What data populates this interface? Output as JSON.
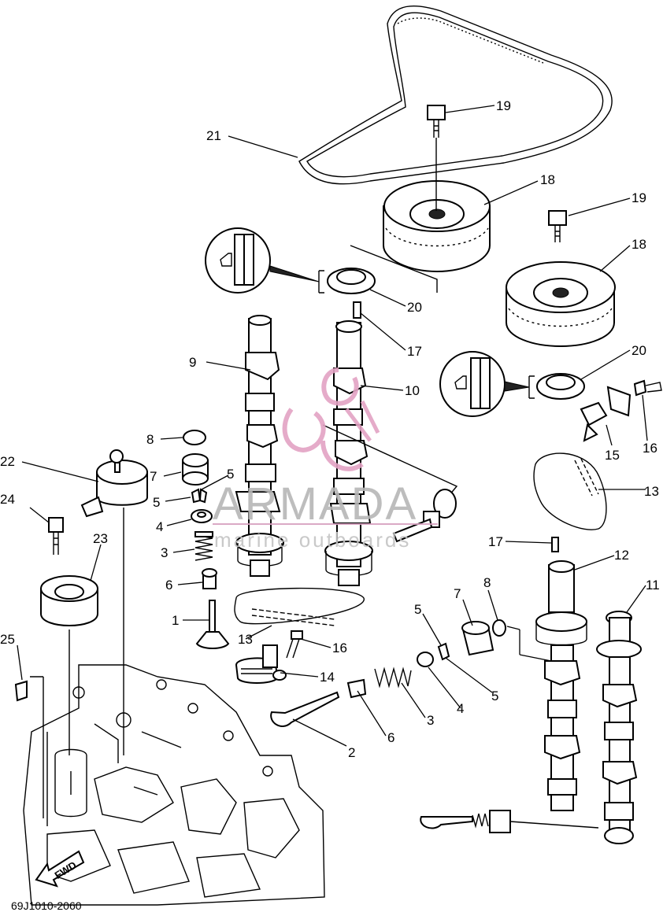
{
  "document_number": "69J1010-2060",
  "fwd_label": "FWD",
  "watermark": {
    "brand": "ARMADA",
    "tagline": "marine outboards"
  },
  "callouts": [
    "1",
    "2",
    "3",
    "4",
    "5",
    "6",
    "7",
    "8",
    "9",
    "10",
    "11",
    "12",
    "13",
    "14",
    "15",
    "16",
    "17",
    "18",
    "19",
    "20",
    "21",
    "22",
    "23",
    "24",
    "25"
  ]
}
